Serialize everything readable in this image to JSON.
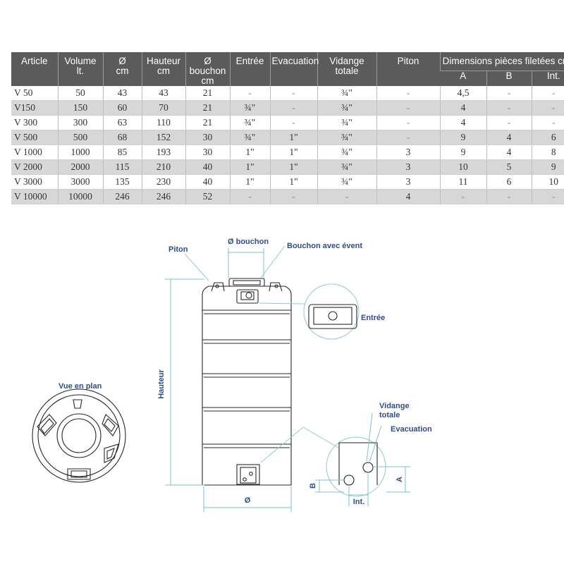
{
  "table": {
    "headers": {
      "article": "Article",
      "volume_1": "Volume",
      "volume_2": "lt.",
      "diam_1": "Ø",
      "diam_2": "cm",
      "hauteur_1": "Hauteur",
      "hauteur_2": "cm",
      "bouchon_1": "Ø bouchon",
      "bouchon_2": "cm",
      "entree": "Entrée",
      "evacuation": "Evacuation",
      "vidange_1": "Vidange",
      "vidange_2": "totale",
      "piton": "Piton",
      "dimensions": "Dimensions pièces filetées cm.",
      "dim_a": "A",
      "dim_b": "B",
      "dim_int": "Int."
    },
    "rows": [
      [
        "V 50",
        "50",
        "43",
        "43",
        "21",
        "-",
        "-",
        "¾\"",
        "-",
        "4,5",
        "-",
        "-"
      ],
      [
        "V150",
        "150",
        "60",
        "70",
        "21",
        "¾\"",
        "-",
        "¾\"",
        "-",
        "4",
        "-",
        "-"
      ],
      [
        "V 300",
        "300",
        "63",
        "110",
        "21",
        "¾\"",
        "-",
        "¾\"",
        "-",
        "4",
        "-",
        "-"
      ],
      [
        "V 500",
        "500",
        "68",
        "152",
        "30",
        "¾\"",
        "1\"",
        "¾\"",
        "-",
        "9",
        "4",
        "6"
      ],
      [
        "V 1000",
        "1000",
        "85",
        "193",
        "30",
        "1\"",
        "1\"",
        "¾\"",
        "3",
        "9",
        "4",
        "8"
      ],
      [
        "V 2000",
        "2000",
        "115",
        "210",
        "40",
        "1\"",
        "1\"",
        "¾\"",
        "3",
        "10",
        "5",
        "9"
      ],
      [
        "V 3000",
        "3000",
        "135",
        "230",
        "40",
        "1\"",
        "1\"",
        "¾\"",
        "3",
        "11",
        "6",
        "10"
      ],
      [
        "V 10000",
        "10000",
        "246",
        "246",
        "52",
        "-",
        "-",
        "-",
        "4",
        "-",
        "-",
        "-"
      ]
    ]
  },
  "drawing": {
    "labels": {
      "piton": "Piton",
      "bouchon_diam": "Ø bouchon",
      "bouchon_event": "Bouchon avec évent",
      "entree": "Entrée",
      "hauteur": "Hauteur",
      "vue_en_plan": "Vue en plan",
      "vidange_1": "Vidange",
      "vidange_2": "totale",
      "evacuation": "Evacuation",
      "diametre": "Ø",
      "dim_a": "A",
      "dim_b": "B",
      "dim_int": "Int."
    },
    "colors": {
      "header_bg": "#5b5b5b",
      "row_alt": "#d7d7d7",
      "label_blue": "#2e4e86",
      "dimension_line": "#7ac2cf"
    }
  }
}
